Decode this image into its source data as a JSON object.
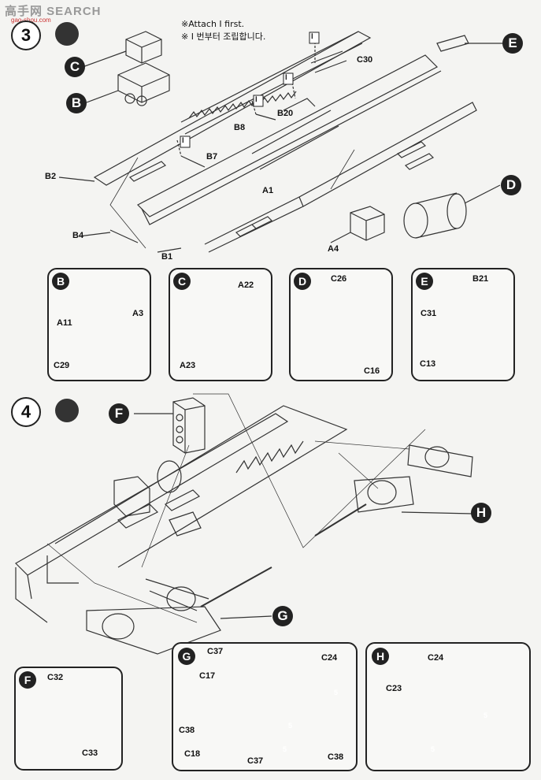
{
  "watermark": {
    "text": "高手网 SEARCH",
    "sub": "gao-shou.com"
  },
  "step3": {
    "number": "3",
    "note_en": "※Attach Ⅰ first.",
    "note_ko": "※ Ⅰ 번부터 조립합니다.",
    "roman": "Ⅰ",
    "callouts": [
      "C",
      "B",
      "D",
      "E"
    ],
    "part_labels": [
      "C30",
      "B20",
      "B8",
      "B7",
      "B2",
      "A1",
      "B4",
      "B1",
      "A4"
    ]
  },
  "sub_b": {
    "letter": "B",
    "labels": [
      "A3",
      "A11",
      "C29"
    ]
  },
  "sub_c": {
    "letter": "C",
    "labels": [
      "A22",
      "A23"
    ]
  },
  "sub_d": {
    "letter": "D",
    "labels": [
      "C26",
      "C16"
    ]
  },
  "sub_e": {
    "letter": "E",
    "labels": [
      "B21",
      "C31",
      "C13"
    ]
  },
  "step4": {
    "number": "4",
    "callouts": [
      "F",
      "H",
      "G"
    ]
  },
  "sub_f": {
    "letter": "F",
    "labels": [
      "C32",
      "C33"
    ]
  },
  "sub_g": {
    "letter": "G",
    "labels": [
      "C37",
      "C24",
      "C17",
      "C38",
      "C18",
      "C37",
      "C38"
    ],
    "paint": "5"
  },
  "sub_h": {
    "letter": "H",
    "labels": [
      "C24",
      "C23"
    ],
    "paint": "5"
  }
}
